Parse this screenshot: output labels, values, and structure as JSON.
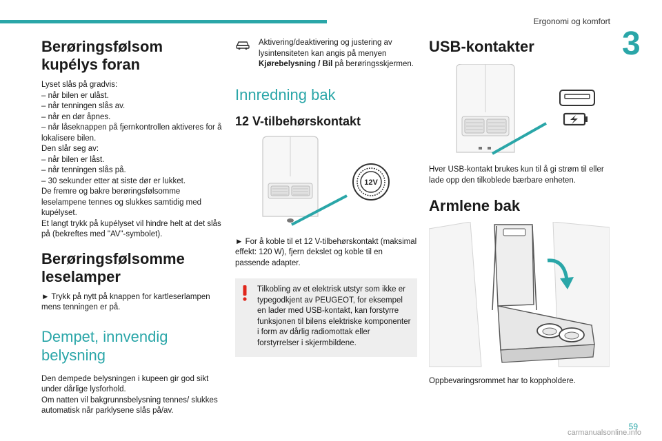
{
  "header": {
    "chapter_title": "Ergonomi og komfort",
    "chapter_number": "3"
  },
  "col1": {
    "s1_title": "Berøringsfølsom kupélys foran",
    "s1_lines": [
      "Lyset slås på gradvis:",
      "–  når bilen er ulåst.",
      "–  når tenningen slås av.",
      "–  når en dør åpnes.",
      "–  når låseknappen på fjernkontrollen aktiveres for å lokalisere bilen.",
      "Den slår seg av:",
      "–  når bilen er låst.",
      "–  når tenningen slås på.",
      "–  30 sekunder etter at siste dør er lukket.",
      "De fremre og bakre berøringsfølsomme leselampene tennes og slukkes samtidig med kupélyset.",
      "Et langt trykk på kupélyset vil hindre helt at det slås på (bekreftes med \"AV\"-symbolet)."
    ],
    "s2_title": "Berøringsfølsomme leselamper",
    "s2_text": "►  Trykk på nytt på knappen for kartleserlampen mens tenningen er på.",
    "s3_title": "Dempet, innvendig belysning",
    "s3_lines": [
      "Den dempede belysningen i kupeen gir god sikt under dårlige lysforhold.",
      "Om natten vil bakgrunnsbelysning tennes/ slukkes automatisk når parklysene slås på/av."
    ]
  },
  "col2": {
    "info_text_a": "Aktivering/deaktivering og justering av lysintensiteten kan angis på menyen ",
    "info_bold": "Kjørebelysning / Bil",
    "info_text_b": " på berøringsskjermen.",
    "section_title": "Innredning bak",
    "sub_title": "12 V-tilbehørskontakt",
    "socket_label": "12V",
    "instruction": "►  For å koble til et 12 V-tilbehørskontakt (maksimal effekt: 120 W), fjern dekslet og koble til en passende adapter.",
    "warning": "Tilkobling av et elektrisk utstyr som ikke er typegodkjent av PEUGEOT, for eksempel en lader med USB-kontakt, kan forstyrre funksjonen til bilens elektriske komponenter i form av dårlig radiomottak eller forstyrrelser i skjermbildene."
  },
  "col3": {
    "usb_title": "USB-kontakter",
    "usb_text": "Hver USB-kontakt brukes kun til å gi strøm til eller lade opp den tilkoblede bærbare enheten.",
    "arm_title": "Armlene bak",
    "arm_text": "Oppbevaringsrommet har to koppholdere."
  },
  "footer": {
    "page_number": "59",
    "watermark": "carmanualsonline.info"
  },
  "colors": {
    "accent": "#2aa6a8",
    "warning_red": "#e0261b",
    "warn_bg": "#eeeeee"
  }
}
